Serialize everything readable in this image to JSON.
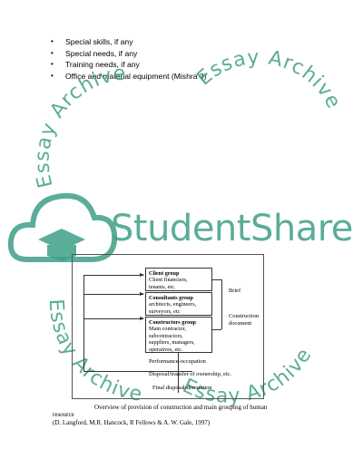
{
  "bullets": [
    "Special skills, if any",
    "Special needs, if any",
    "Training needs, if any",
    "Office and material equipment (Mishra 3)"
  ],
  "watermark": {
    "stamp_text": "Essay Archive",
    "brand_text": "StudentShare",
    "color": "#3e9f87"
  },
  "diagram": {
    "client": {
      "title": "Client group",
      "lines": [
        "Client financiers,",
        "tenants, etc."
      ]
    },
    "consultants": {
      "title": "Consultants group",
      "lines": [
        "architects, engineers,",
        "surveyors, etc"
      ]
    },
    "constructors": {
      "title": "Constructors group",
      "lines": [
        "Main contractor,",
        "subcontractors,",
        "suppliers, managers,",
        "operatives, etc."
      ]
    },
    "brief": "Brief",
    "construction_document": [
      "Construction",
      "document"
    ],
    "stages": [
      "Performance-occupation",
      "Disposal/transfer of ownership, etc.",
      "Final disposal-demolition"
    ]
  },
  "caption": {
    "line1": "Overview of provision of construction and main grouping of human",
    "line2": "resource",
    "line3": "(D. Langford, M.R. Hancock, R Fellows & A. W. Gale, 1997)"
  }
}
